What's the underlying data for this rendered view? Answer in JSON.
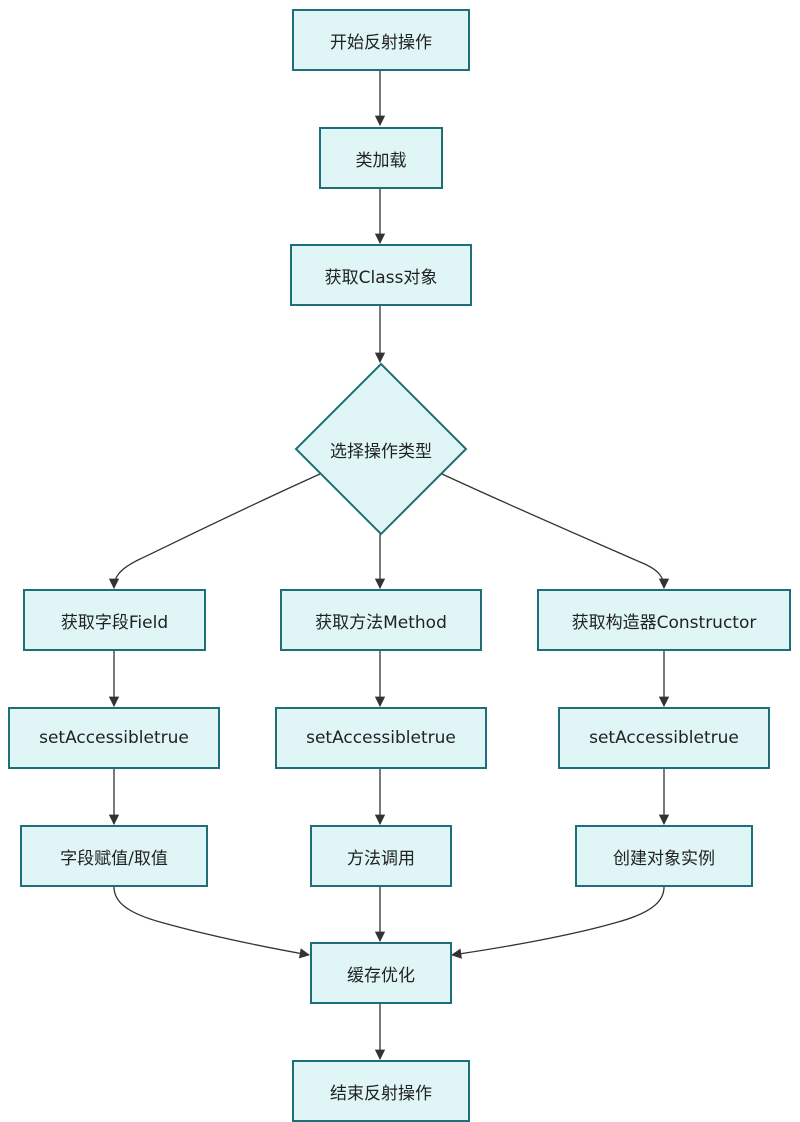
{
  "colors": {
    "node_fill": "#dff5f6",
    "node_border": "#1f6f78",
    "edge": "#333333"
  },
  "nodes": {
    "start": "开始反射操作",
    "class_load": "类加载",
    "get_class": "获取Class对象",
    "decision": "选择操作类型",
    "get_field": "获取字段Field",
    "get_method": "获取方法Method",
    "get_constructor": "获取构造器Constructor",
    "set_accessible_field": "setAccessibletrue",
    "set_accessible_method": "setAccessibletrue",
    "set_accessible_constructor": "setAccessibletrue",
    "field_access": "字段赋值/取值",
    "method_invoke": "方法调用",
    "create_instance": "创建对象实例",
    "cache": "缓存优化",
    "end": "结束反射操作"
  }
}
